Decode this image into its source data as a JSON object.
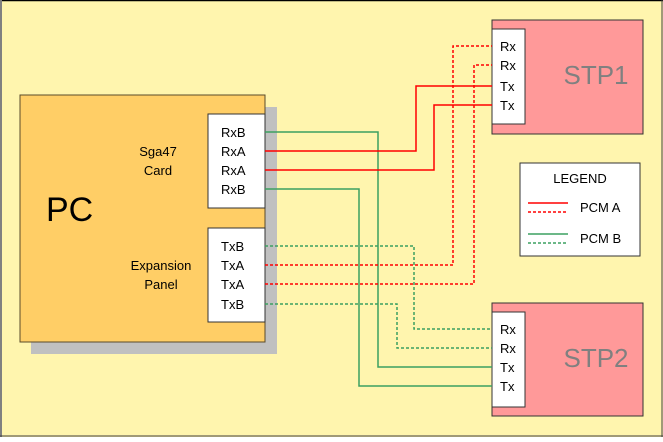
{
  "colors": {
    "background": "#FFF5AE",
    "pc_fill": "#FFCE66",
    "stp_fill": "#FF9999",
    "port_fill": "#FFFFFF",
    "shadow": "#C0C0C0",
    "pcm_a": "#FF0000",
    "pcm_b": "#3CA060",
    "stp_label": "#808080"
  },
  "pc": {
    "label": "PC",
    "card_label_line1": "Sga47",
    "card_label_line2": "Card",
    "panel_label_line1": "Expansion",
    "panel_label_line2": "Panel",
    "card_ports": [
      "RxB",
      "RxA",
      "RxA",
      "RxB"
    ],
    "panel_ports": [
      "TxB",
      "TxA",
      "TxA",
      "TxB"
    ]
  },
  "stp1": {
    "label": "STP1",
    "ports": [
      "Rx",
      "Rx",
      "Tx",
      "Tx"
    ]
  },
  "stp2": {
    "label": "STP2",
    "ports": [
      "Rx",
      "Rx",
      "Tx",
      "Tx"
    ]
  },
  "legend": {
    "title": "LEGEND",
    "items": [
      {
        "label": "PCM A",
        "color_key": "pcm_a"
      },
      {
        "label": "PCM B",
        "color_key": "pcm_b"
      }
    ]
  },
  "connections": [
    {
      "from": "card.RxB.1",
      "to": "stp2.Tx.1",
      "signal": "PCM B",
      "style": "solid"
    },
    {
      "from": "card.RxA.2",
      "to": "stp1.Tx.3",
      "signal": "PCM A",
      "style": "solid"
    },
    {
      "from": "card.RxA.3",
      "to": "stp1.Tx.4",
      "signal": "PCM A",
      "style": "solid"
    },
    {
      "from": "card.RxB.4",
      "to": "stp2.Tx.2",
      "signal": "PCM B",
      "style": "solid"
    },
    {
      "from": "panel.TxB.1",
      "to": "stp2.Rx.1",
      "signal": "PCM B",
      "style": "dashed"
    },
    {
      "from": "panel.TxA.2",
      "to": "stp1.Rx.1",
      "signal": "PCM A",
      "style": "dashed"
    },
    {
      "from": "panel.TxA.3",
      "to": "stp1.Rx.2",
      "signal": "PCM A",
      "style": "dashed"
    },
    {
      "from": "panel.TxB.4",
      "to": "stp2.Rx.2",
      "signal": "PCM B",
      "style": "dashed"
    }
  ]
}
